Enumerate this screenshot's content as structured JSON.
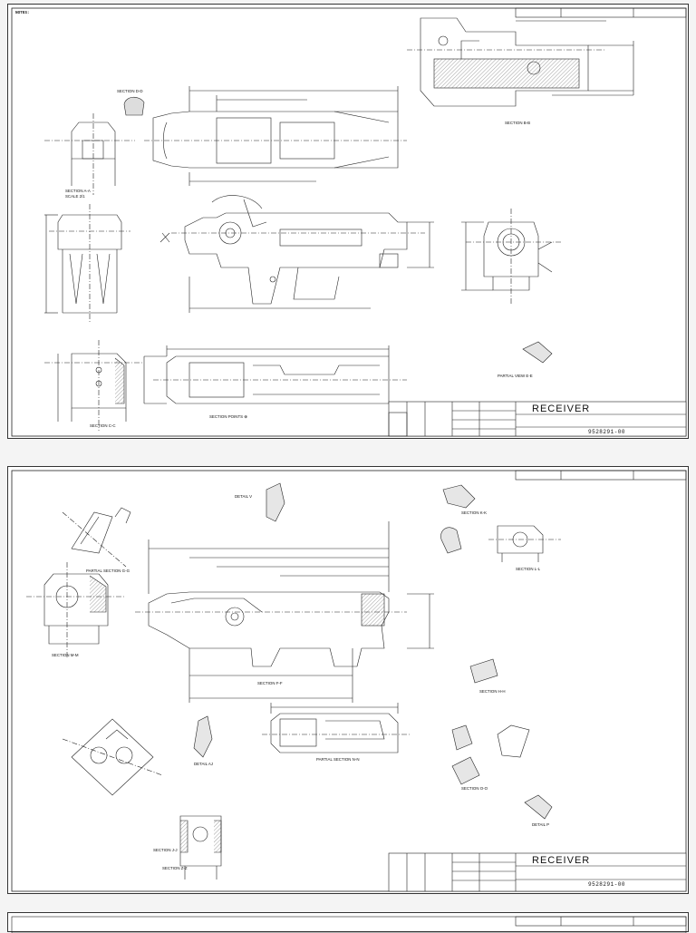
{
  "sheet1": {
    "notes_title": "NOTES:",
    "notes": [],
    "notes_col2": [],
    "notes_col3": [],
    "sections": {
      "aa": "SECTION A-A",
      "aa_scale": "SCALE 2/1",
      "bb": "SECTION B-B",
      "cc": "SECTION C-C",
      "dd": "SECTION D-D",
      "ee": "PARTIAL VIEW E-E",
      "ff_view": "SECTION POINTS ⊕"
    },
    "title_block": {
      "title": "RECEIVER",
      "number": "9528291-00"
    }
  },
  "sheet2": {
    "sections": {
      "gg": "PARTIAL SECTION G-G",
      "ff": "SECTION F-F",
      "hh": "SECTION H-H",
      "jj": "SECTION J-J",
      "kk": "SECTION K-K",
      "ll": "SECTION L-L",
      "mm": "SECTION M-M",
      "nn": "PARTIAL SECTION N-N",
      "oo": "SECTION O-O",
      "zz": "SECTION Z-Z",
      "aj": "DETAIL AJ",
      "p": "DETAIL P",
      "v": "DETAIL V"
    },
    "title_block": {
      "title": "RECEIVER",
      "number": "9528291-00"
    }
  }
}
